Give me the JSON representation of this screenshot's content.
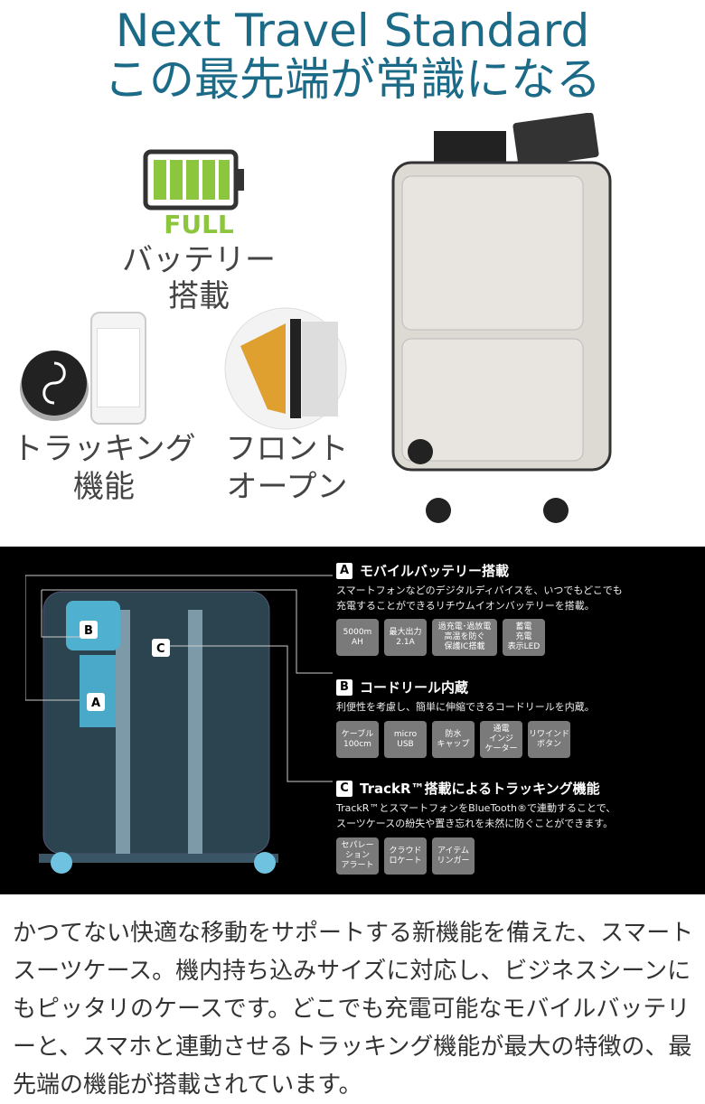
{
  "title": {
    "line1": "Next Travel Standard",
    "line2": "この最先端が常識になる"
  },
  "features": {
    "battery": {
      "badge": "FULL",
      "line1": "バッテリー",
      "line2": "搭載"
    },
    "tracking": {
      "line1": "トラッキング",
      "line2": "機能"
    },
    "front": {
      "line1": "フロント",
      "line2": "オープン"
    }
  },
  "colors": {
    "title": "#1b6a87",
    "battery_green": "#8cc63f"
  },
  "diagram": {
    "markers": [
      "A",
      "B",
      "C"
    ],
    "sections": [
      {
        "letter": "A",
        "title": "モバイルバッテリー搭載",
        "desc1": "スマートフォンなどのデジタルディバイスを、いつでもどこでも",
        "desc2": "充電することができるリチウムイオンバッテリーを搭載。",
        "badges": [
          "5000m\nAH",
          "最大出力\n2.1A",
          "過充電･過放電\n高温を防ぐ\n保護IC搭載",
          "蓄電\n充電\n表示LED"
        ]
      },
      {
        "letter": "B",
        "title": "コードリール内蔵",
        "desc1": "利便性を考慮し、簡単に伸縮できるコードリールを内蔵。",
        "desc2": "",
        "badges": [
          "ケーブル\n100cm",
          "micro\nUSB",
          "防水\nキャップ",
          "通電\nインジ\nケーター",
          "リワインド\nボタン"
        ]
      },
      {
        "letter": "C",
        "title": "TrackR™搭載によるトラッキング機能",
        "desc1": "TrackR™とスマートフォンをBlueTooth®で連動することで、",
        "desc2": "スーツケースの紛失や置き忘れを未然に防ぐことができます。",
        "badges": [
          "セパレー\nション\nアラート",
          "クラウド\nロケート",
          "アイテム\nリンガー"
        ]
      }
    ]
  },
  "description": "かつてない快適な移動をサポートする新機能を備えた、スマートスーツケース。機内持ち込みサイズに対応し、ビジネスシーンにもピッタリのケースです。どこでも充電可能なモバイルバッテリーと、スマホと連動させるトラッキング機能が最大の特徴の、最先端の機能が搭載されています。"
}
